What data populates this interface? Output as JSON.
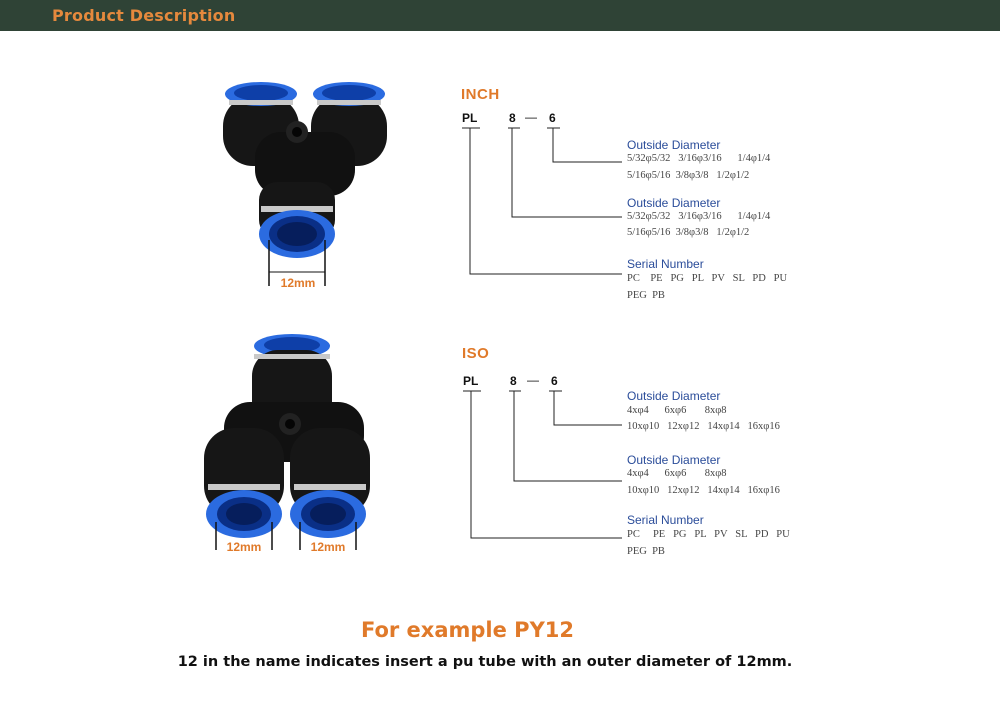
{
  "header": {
    "title": "Product Description",
    "background_color": "#2f4336",
    "title_color": "#e5893d"
  },
  "fittings": {
    "top_label": "12mm",
    "bottom_left_label": "12mm",
    "bottom_right_label": "12mm",
    "body_color": "#141414",
    "collet_color": "#1f5fd6"
  },
  "inch": {
    "title": "INCH",
    "code_prefix": "PL",
    "code_middle": "8",
    "code_dash": "—",
    "code_last": "6",
    "groups": [
      {
        "label": "Outside Diameter",
        "lines": [
          "5/32φ5/32   3/16φ3/16      1/4φ1/4",
          "5/16φ5/16  3/8φ3/8   1/2φ1/2"
        ]
      },
      {
        "label": "Outside Diameter",
        "lines": [
          "5/32φ5/32   3/16φ3/16      1/4φ1/4",
          "5/16φ5/16  3/8φ3/8   1/2φ1/2"
        ]
      },
      {
        "label": "Serial Number",
        "lines": [
          "PC    PE   PG   PL   PV   SL   PD   PU",
          "PEG  PB"
        ]
      }
    ]
  },
  "iso": {
    "title": "ISO",
    "code_prefix": "PL",
    "code_middle": "8",
    "code_dash": "—",
    "code_last": "6",
    "groups": [
      {
        "label": "Outside Diameter",
        "lines": [
          "4xφ4      6xφ6       8xφ8",
          "10xφ10   12xφ12   14xφ14   16xφ16"
        ]
      },
      {
        "label": "Outside Diameter",
        "lines": [
          "4xφ4      6xφ6       8xφ8",
          "10xφ10   12xφ12   14xφ14   16xφ16"
        ]
      },
      {
        "label": "Serial Number",
        "lines": [
          "PC     PE   PG   PL   PV   SL   PD   PU",
          "PEG  PB"
        ]
      }
    ]
  },
  "example": {
    "title": "For example PY12",
    "note": "12 in the name indicates insert a pu tube with an outer diameter of 12mm."
  }
}
